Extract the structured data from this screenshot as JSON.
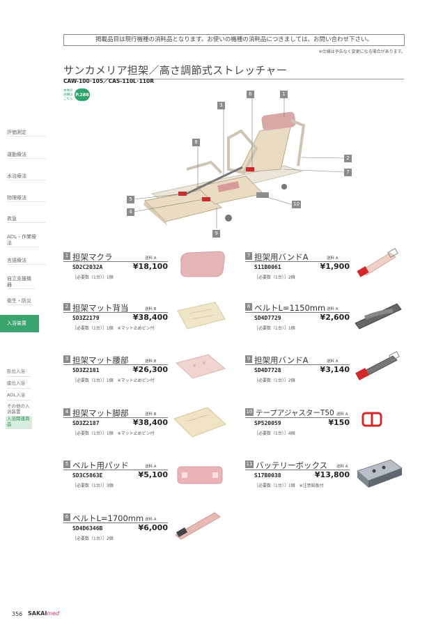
{
  "header": {
    "notice": "掲載品目は現行機種の消耗品となります。お使いの機種の消耗品につきましては、お問い合わせ下さい。",
    "spec_note": "※仕様は予告なく変更になる場合があります。"
  },
  "page": {
    "title": "サンカメリア担架／高さ調節式ストレッチャー",
    "models": "CAW-100･105／CAS-110L･110R",
    "ref_label": "本体の詳細はこちら",
    "ref_page": "P.288"
  },
  "sidebar": {
    "items": [
      {
        "label": "評価測定"
      },
      {
        "label": "運動療法"
      },
      {
        "label": "水治療法"
      },
      {
        "label": "物理療法"
      },
      {
        "label": "救急"
      },
      {
        "label": "ADL・作業療法"
      },
      {
        "label": "言語療法"
      },
      {
        "label": "自立支援機器"
      },
      {
        "label": "衛生・防災"
      },
      {
        "label": "入浴装置"
      }
    ],
    "sub_items": [
      {
        "label": "臥位入浴"
      },
      {
        "label": "座位入浴"
      },
      {
        "label": "ADL入浴"
      },
      {
        "label": "その他の入浴装置"
      },
      {
        "label": "入浴関連商品"
      }
    ]
  },
  "figure": {
    "callouts": [
      "1",
      "2",
      "3",
      "4",
      "5",
      "6",
      "7",
      "8",
      "9",
      "10"
    ]
  },
  "products": [
    {
      "num": "1",
      "name": "担架マクラ",
      "ship": "送料 A",
      "code": "SD2C2032A",
      "price": "¥18,100",
      "req": "［必要数（1台）］1個"
    },
    {
      "num": "2",
      "name": "担架マット背当",
      "ship": "送料 B",
      "code": "SD3Z2179",
      "price": "¥38,400",
      "req": "［必要数（1台）］1個　※マット止めピン付"
    },
    {
      "num": "3",
      "name": "担架マット腰部",
      "ship": "送料 B",
      "code": "SD3Z2181",
      "price": "¥26,300",
      "req": "［必要数（1台）］1個　※マット止めピン付"
    },
    {
      "num": "4",
      "name": "担架マット脚部",
      "ship": "送料 B",
      "code": "SD3Z2187",
      "price": "¥38,400",
      "req": "［必要数（1台）］1個　※マット止めピン付"
    },
    {
      "num": "5",
      "name": "ベルト用パッド",
      "ship": "送料 A",
      "code": "SD3C5863E",
      "price": "¥5,100",
      "req": "［必要数（1台）］3個"
    },
    {
      "num": "6",
      "name": "ベルトL=1700mm",
      "ship": "送料 A",
      "code": "SD4D6346B",
      "price": "¥6,000",
      "req": "［必要数（1台）］2個"
    },
    {
      "num": "7",
      "name": "担架用バンドA",
      "ship": "送料 A",
      "code": "S11B0061",
      "price": "¥1,900",
      "req": "［必要数（1台）］2個"
    },
    {
      "num": "8",
      "name": "ベルトL=1150mm",
      "ship": "送料 A",
      "code": "SD4D7729",
      "price": "¥2,600",
      "req": "［必要数（1台）］1個"
    },
    {
      "num": "9",
      "name": "担架用バンドA",
      "ship": "送料 A",
      "code": "SD4D7728",
      "price": "¥3,140",
      "req": "［必要数（1台）］2個"
    },
    {
      "num": "10",
      "name": "テープアジャスターT50",
      "ship": "送料 A",
      "code": "SP520059",
      "price": "¥150",
      "req": "［必要数（1台）］4個"
    },
    {
      "num": "11",
      "name": "バッテリーボックス",
      "ship": "送料 A",
      "code": "S17B0038",
      "price": "¥13,800",
      "req": "［必要数（1台）］1個　※注意銘板付"
    }
  ],
  "footer": {
    "page_number": "356",
    "brand": "SAKAI",
    "brand_suffix": "med"
  }
}
